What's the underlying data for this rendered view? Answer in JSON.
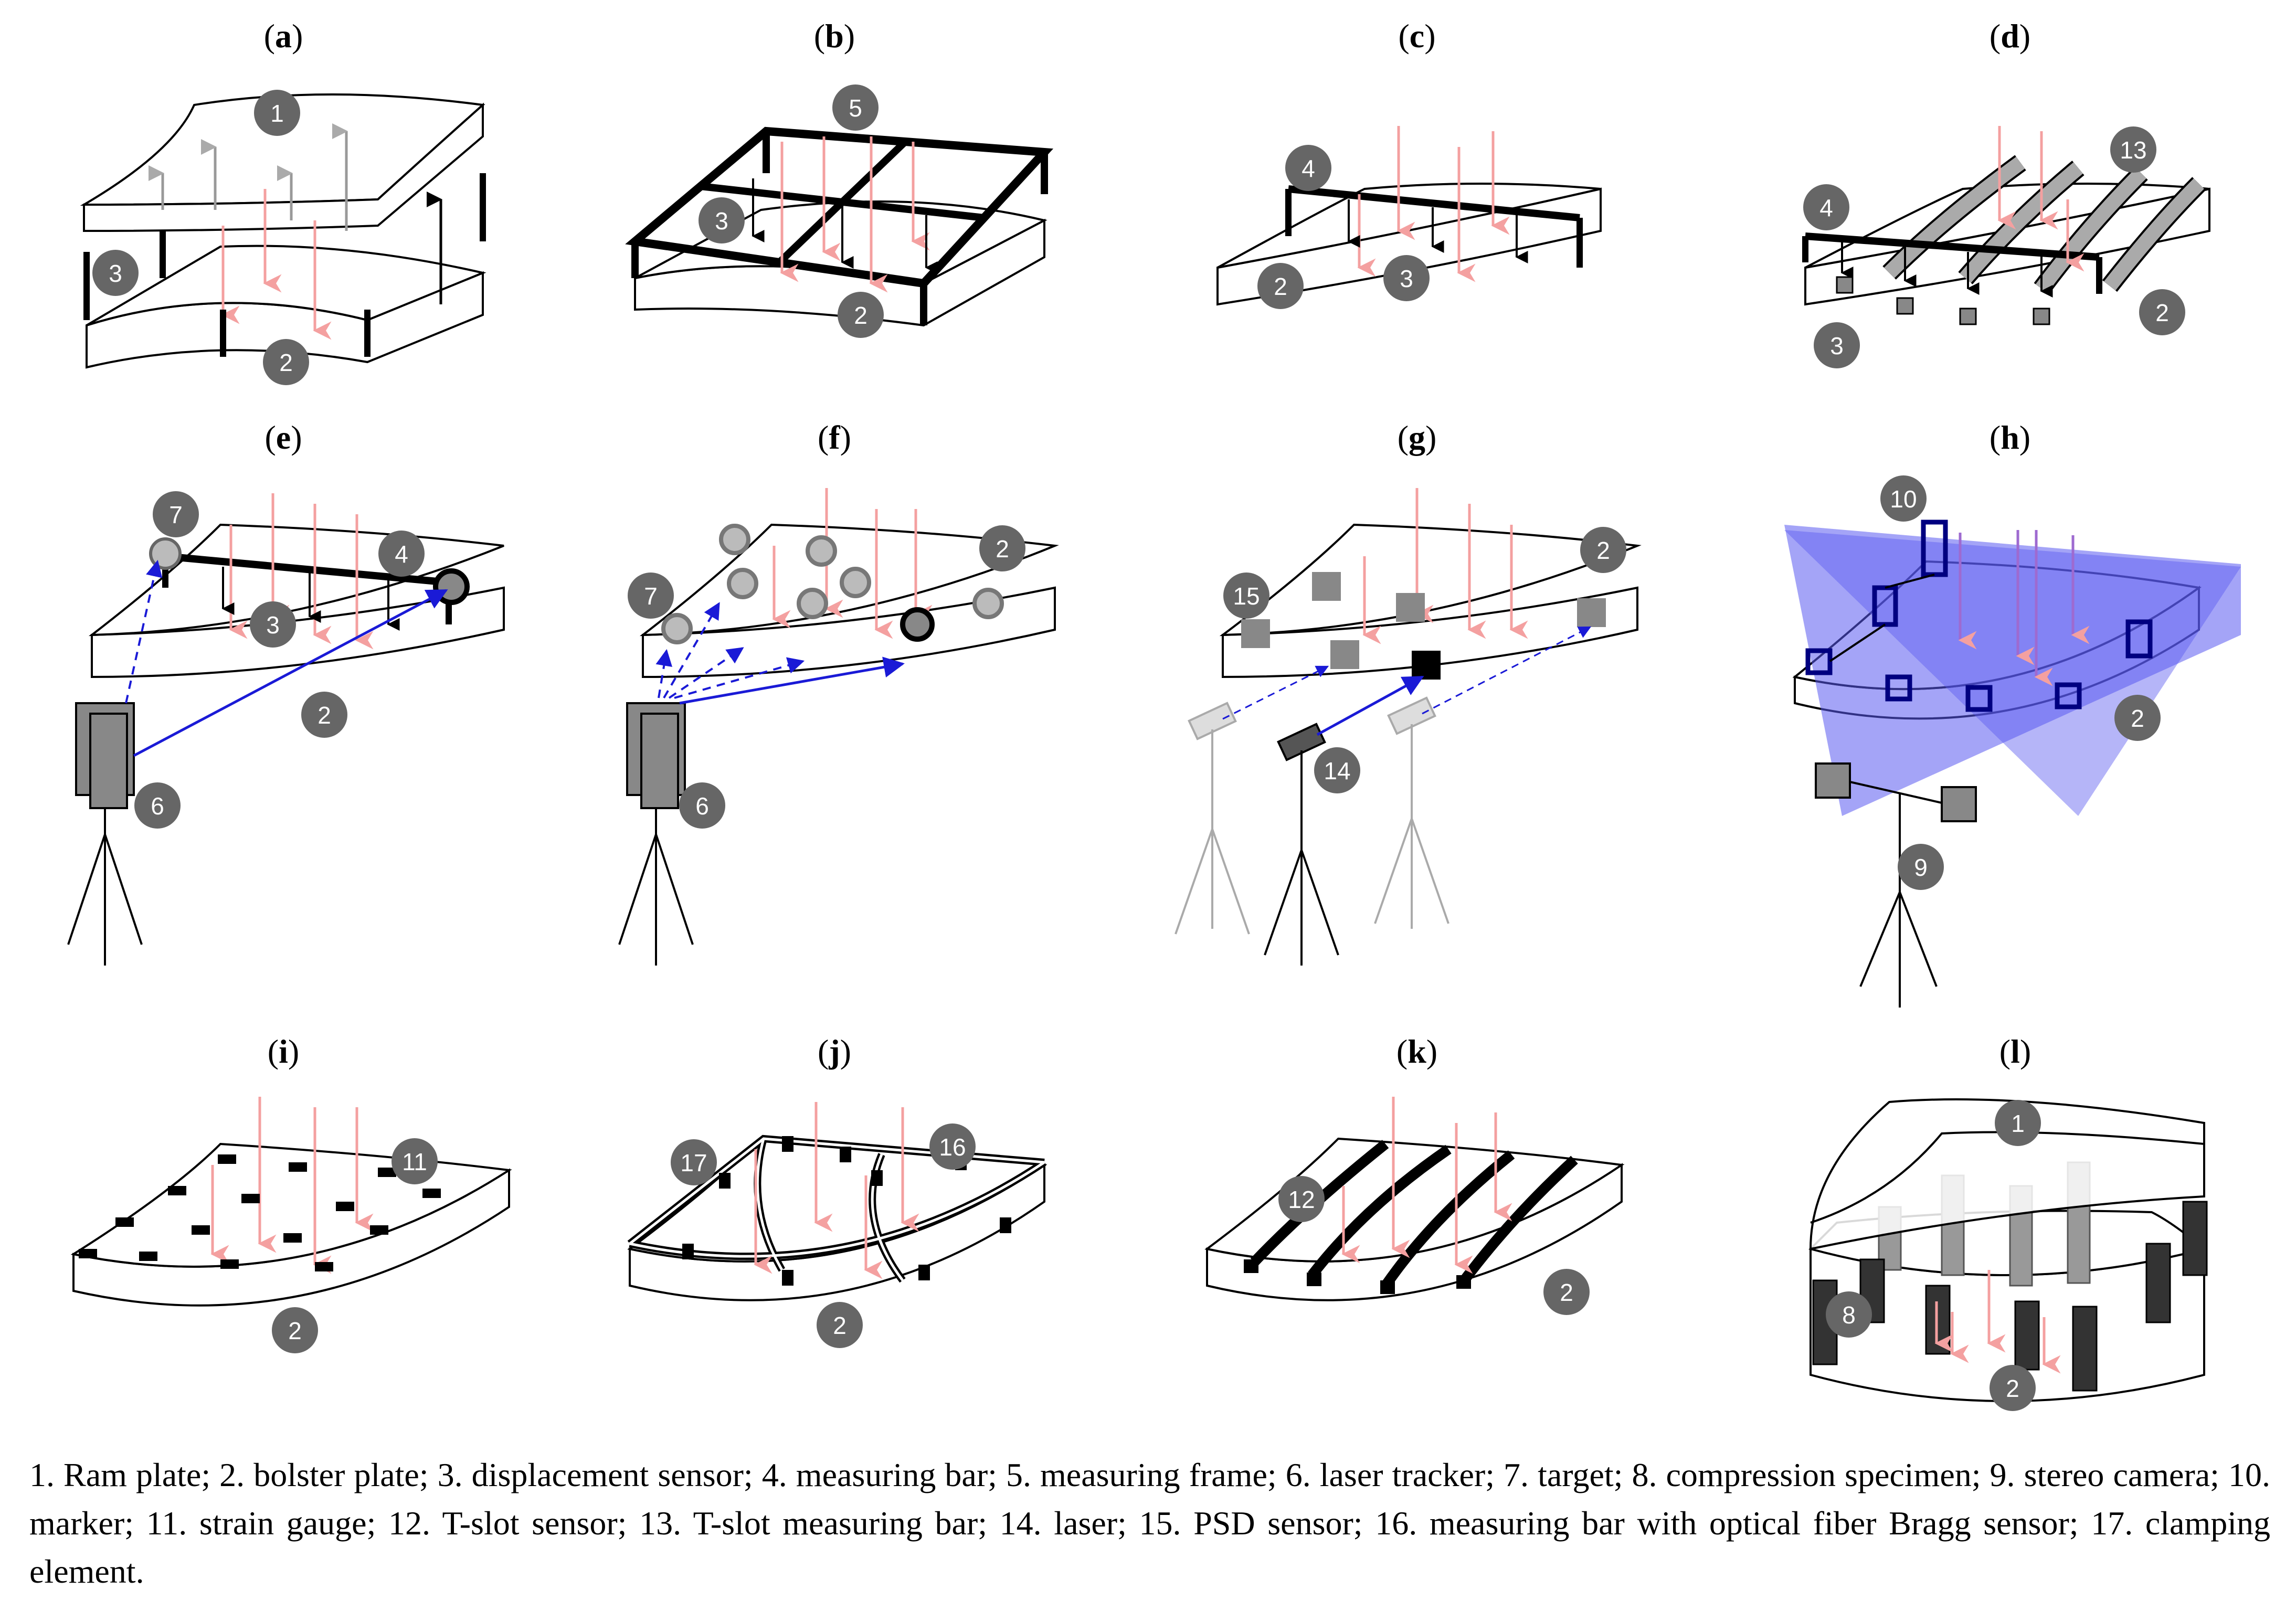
{
  "panels": {
    "a": {
      "label": "a",
      "numbers": [
        "1",
        "2",
        "3"
      ]
    },
    "b": {
      "label": "b",
      "numbers": [
        "5",
        "3",
        "2"
      ]
    },
    "c": {
      "label": "c",
      "numbers": [
        "4",
        "2",
        "3"
      ]
    },
    "d": {
      "label": "d",
      "numbers": [
        "4",
        "13",
        "3",
        "2"
      ]
    },
    "e": {
      "label": "e",
      "numbers": [
        "7",
        "4",
        "3",
        "2",
        "6"
      ]
    },
    "f": {
      "label": "f",
      "numbers": [
        "2",
        "7",
        "6"
      ]
    },
    "g": {
      "label": "g",
      "numbers": [
        "2",
        "15",
        "14"
      ]
    },
    "h": {
      "label": "h",
      "numbers": [
        "10",
        "2",
        "9"
      ]
    },
    "i": {
      "label": "i",
      "numbers": [
        "11",
        "2"
      ]
    },
    "j": {
      "label": "j",
      "numbers": [
        "17",
        "16",
        "2"
      ]
    },
    "k": {
      "label": "k",
      "numbers": [
        "12",
        "2"
      ]
    },
    "l": {
      "label": "l",
      "numbers": [
        "1",
        "8",
        "2"
      ]
    }
  },
  "caption": "1. Ram plate; 2. bolster plate; 3. displacement sensor; 4. measuring bar; 5. measuring frame; 6. laser tracker; 7. target; 8. compression specimen; 9. stereo camera; 10. marker; 11. strain gauge; 12. T-slot sensor; 13. T-slot measuring bar; 14. laser; 15. PSD sensor; 16. measuring bar with optical fiber Bragg sensor; 17. clamping element.",
  "colors": {
    "force_arrow": "#f4a0a0",
    "laser_beam": "#1a1ad6",
    "camera_field": "#5a5af0",
    "badge": "#666666",
    "sensor_gray": "#808080"
  }
}
